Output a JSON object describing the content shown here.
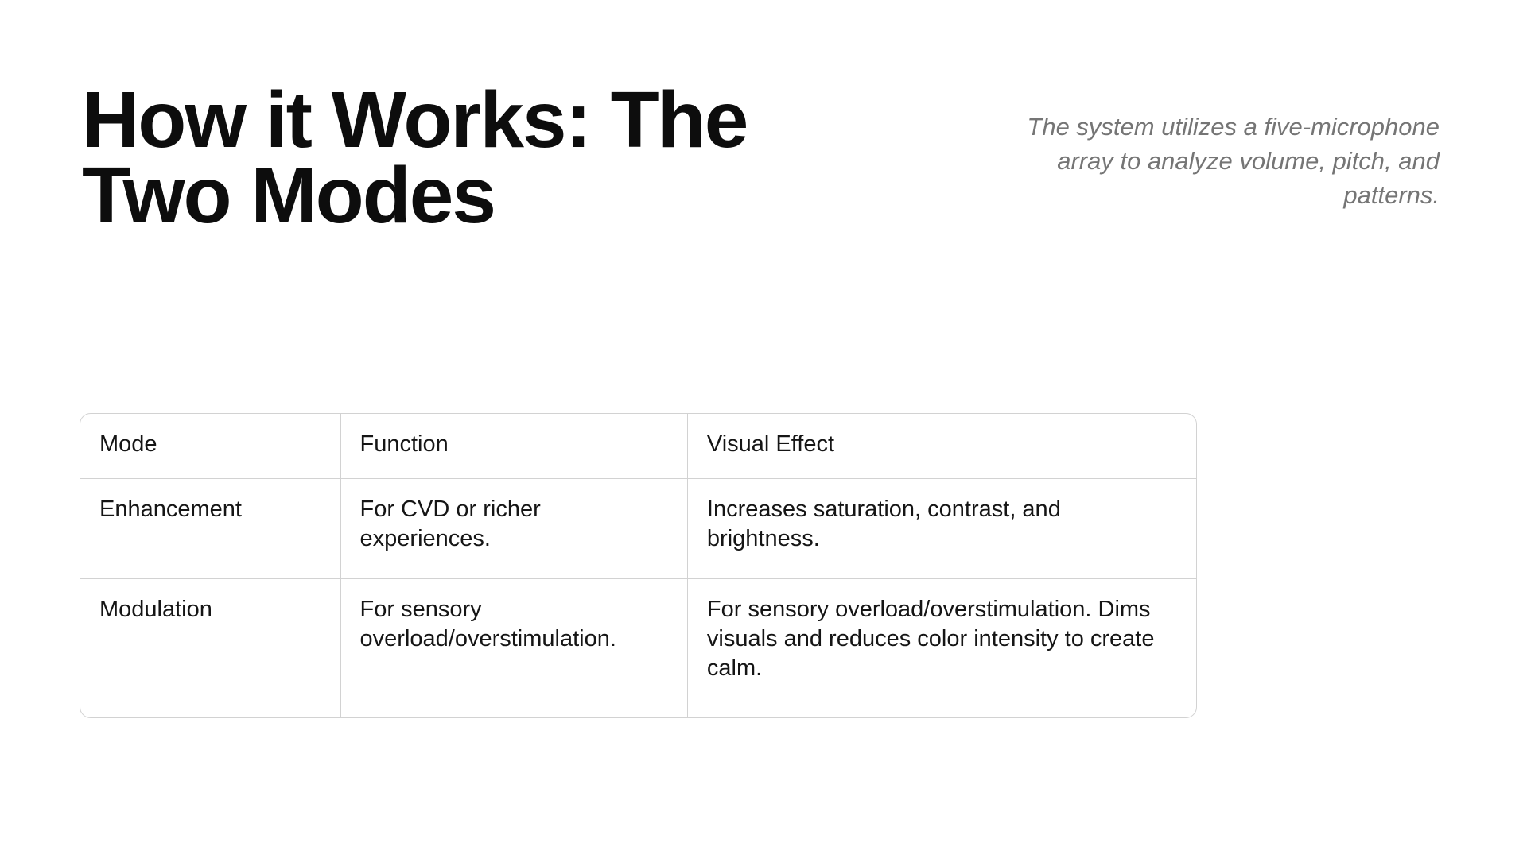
{
  "page": {
    "background": "#ffffff"
  },
  "header": {
    "title": "How it Works: The Two Modes",
    "title_lines": [
      "How it Works: The",
      "Two Modes"
    ],
    "subtitle": "The system utilizes a five-microphone array to analyze volume, pitch, and patterns.",
    "subtitle_lines": [
      "The system utilizes a five-microphone",
      "array to analyze volume, pitch, and",
      "patterns."
    ]
  },
  "table": {
    "columns": [
      "Mode",
      "Function",
      "Visual Effect"
    ],
    "rows": [
      {
        "mode": "Enhancement",
        "function": "For CVD or richer experiences.",
        "visual_effect": "Increases saturation, contrast, and brightness."
      },
      {
        "mode": "Modulation",
        "function": "For sensory overload/overstimulation.",
        "visual_effect": "For sensory overload/overstimulation. Dims visuals and reduces color intensity to create calm."
      }
    ]
  },
  "colors": {
    "title_text": "#0d0d0d",
    "subtitle_text": "#757575",
    "cell_text": "#151515",
    "table_border": "#d2d2d2",
    "background": "#ffffff"
  }
}
